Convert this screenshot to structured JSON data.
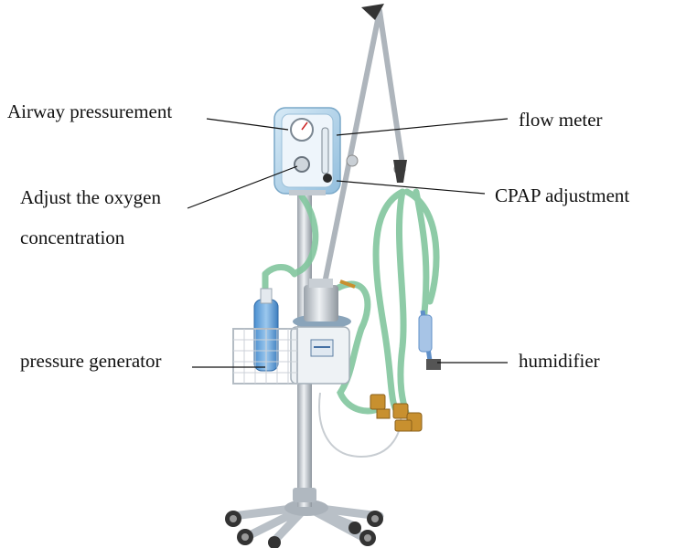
{
  "labels": {
    "airway_pressurement": "Airway pressurement",
    "adjust_oxygen_line1": "Adjust the oxygen",
    "adjust_oxygen_line2": "concentration",
    "pressure_generator": "pressure generator",
    "flow_meter": "flow meter",
    "cpap_adjustment": "CPAP adjustment",
    "humidifier": "humidifier"
  },
  "colors": {
    "device_blue": "#a9cfe8",
    "device_face": "#e8f1f8",
    "pole": "#c7cdd3",
    "tube_green": "#7fc39a",
    "brass": "#c8902f",
    "leader_line": "#111111"
  }
}
